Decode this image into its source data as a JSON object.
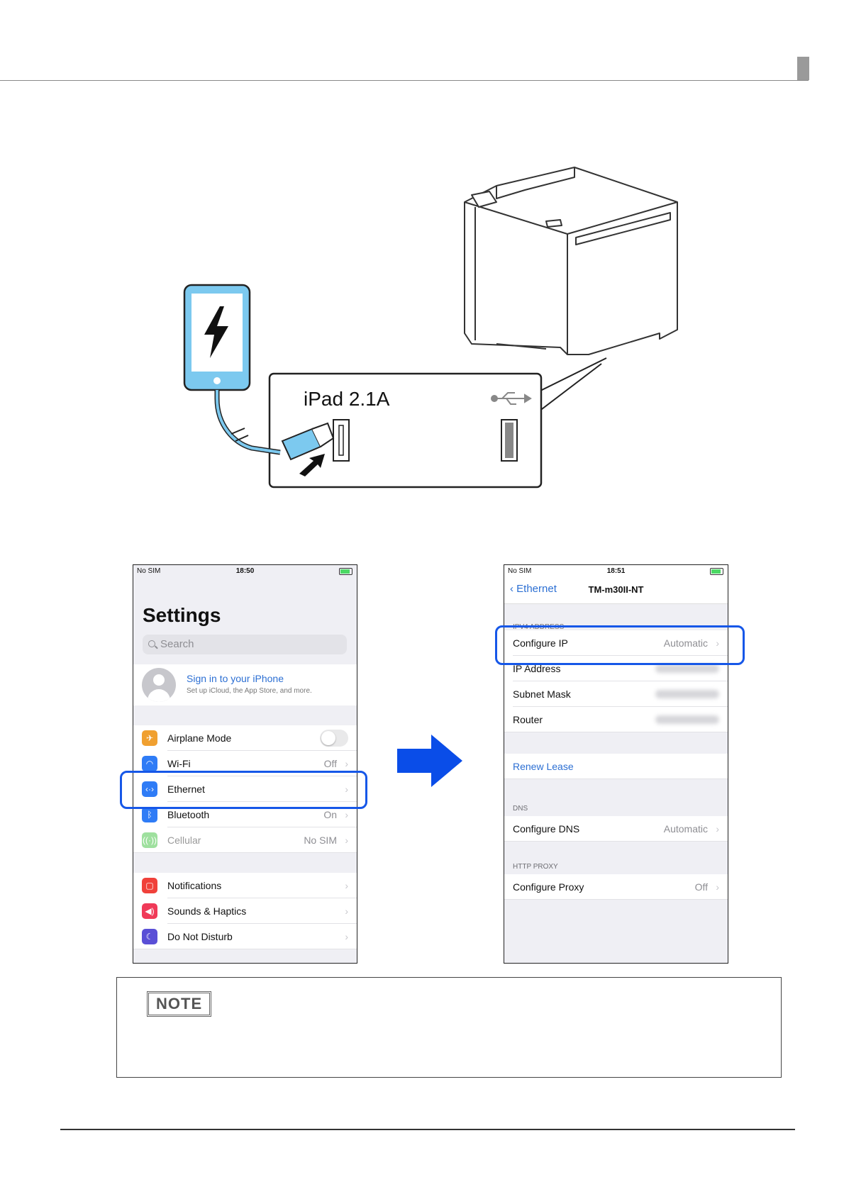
{
  "connector_label": "iPad 2.1A",
  "left_screen": {
    "carrier": "No SIM",
    "time": "18:50",
    "title": "Settings",
    "search_placeholder": "Search",
    "signin_title": "Sign in to your iPhone",
    "signin_subtitle": "Set up iCloud, the App Store, and more.",
    "rows": {
      "airplane": "Airplane Mode",
      "wifi": "Wi-Fi",
      "wifi_value": "Off",
      "ethernet": "Ethernet",
      "bluetooth": "Bluetooth",
      "bluetooth_value": "On",
      "cellular": "Cellular",
      "cellular_value": "No SIM",
      "notifications": "Notifications",
      "sounds": "Sounds & Haptics",
      "dnd": "Do Not Disturb"
    }
  },
  "right_screen": {
    "carrier": "No SIM",
    "time": "18:51",
    "back_label": "Ethernet",
    "title": "TM-m30II-NT",
    "ipv4_header": "IPV4 ADDRESS",
    "configure_ip": "Configure IP",
    "configure_ip_value": "Automatic",
    "ip_address": "IP Address",
    "subnet_mask": "Subnet Mask",
    "router": "Router",
    "renew_lease": "Renew Lease",
    "dns_header": "DNS",
    "configure_dns": "Configure DNS",
    "configure_dns_value": "Automatic",
    "proxy_header": "HTTP PROXY",
    "configure_proxy": "Configure Proxy",
    "configure_proxy_value": "Off"
  },
  "note": {
    "label": "NOTE"
  },
  "colors": {
    "highlight": "#1657e8",
    "link": "#2c6fd3",
    "arrow": "#0a4de8"
  }
}
